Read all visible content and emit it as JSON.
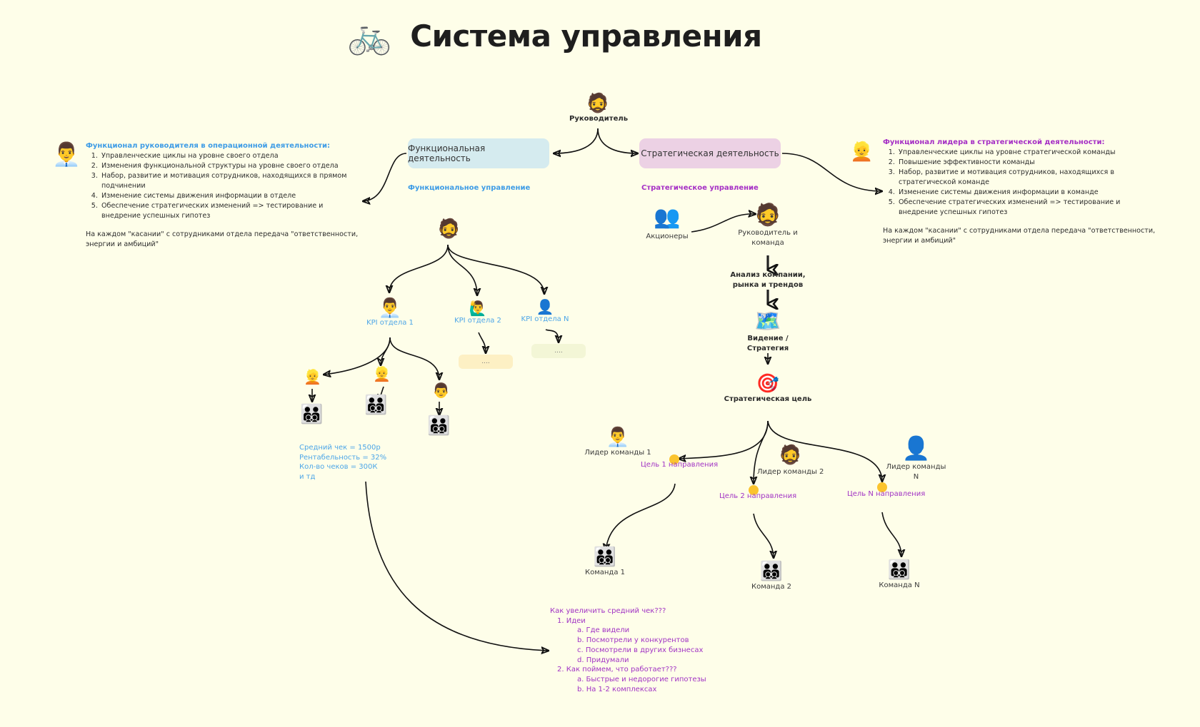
{
  "title": {
    "icon": "bicycle-icon",
    "icon_glyph": "🚲",
    "text": "Система управления"
  },
  "root": {
    "icon": "bearded-person-icon",
    "glyph": "🧔",
    "label": "Руководитель"
  },
  "branches": {
    "functional": {
      "label": "Функциональная деятельность",
      "subheading": "Функциональное управление",
      "color": "#d5ebef"
    },
    "strategic": {
      "label": "Стратегическая деятельность",
      "subheading": "Стратегическое управление",
      "color": "#ecd1e4"
    }
  },
  "left_note": {
    "icon": "office-worker-icon",
    "glyph": "👨‍💼",
    "heading": "Функционал руководителя в операционной деятельности:",
    "items": [
      "Управленческие циклы на уровне своего отдела",
      "Изменения функциональной структуры на уровне своего отдела",
      "Набор, развитие и мотивация сотрудников, находящихся в прямом подчинении",
      "Изменение системы движения информации в отделе",
      "Обеспечение стратегических изменений => тестирование и внедрение успешных гипотез"
    ],
    "footer": "На каждом \"касании\" с сотрудниками отдела передача \"ответственности, энергии и амбиций\""
  },
  "right_note": {
    "icon": "person-blond-icon",
    "glyph": "👱",
    "heading": "Функционал лидера в стратегической деятельности:",
    "items": [
      "Управленческие циклы на уровне стратегической команды",
      "Повышение эффективности команды",
      "Набор, развитие и мотивация сотрудников, находящихся в стратегической команде",
      "Изменение системы движения информации в команде",
      "Обеспечение стратегических изменений => тестирование и внедрение успешных гипотез"
    ],
    "footer": "На каждом \"касании\" с сотрудниками отдела передача \"ответственности, энергии и амбиций\""
  },
  "functional_tree": {
    "head": {
      "icon": "bearded-person-icon",
      "glyph": "🧔"
    },
    "departments": [
      {
        "icon": "office-worker-icon",
        "glyph": "👨‍💼",
        "label": "KPI отдела 1"
      },
      {
        "icon": "person-raising-hand-icon",
        "glyph": "🙋‍♂️",
        "label": "KPI отдела 2",
        "child": "...."
      },
      {
        "icon": "silhouette-icon",
        "glyph": "👤",
        "label": "KPI отдела N",
        "child": "...."
      }
    ],
    "subteams": [
      {
        "lead_glyph": "👱",
        "team_glyph": "👨‍👨‍👦‍👦"
      },
      {
        "lead_glyph": "👱",
        "team_glyph": "👨‍👨‍👦‍👦"
      },
      {
        "lead_glyph": "👨",
        "team_glyph": "👨‍👨‍👦‍👦"
      }
    ],
    "metrics": [
      "Средний чек = 1500р",
      "Рентабельность = 32%",
      "Кол-во чеков = 300К",
      "и тд"
    ]
  },
  "strategic_flow": {
    "shareholders": {
      "icon": "group-icon",
      "glyph": "👥",
      "label": "Акционеры"
    },
    "leader_team": {
      "icon": "leader-team-icon",
      "glyph": "🧔",
      "label": "Руководитель и команда"
    },
    "analysis": {
      "label": "Анализ компании, рынка и трендов"
    },
    "vision": {
      "icon": "world-map-icon",
      "glyph": "🗺️",
      "label": "Видение / Стратегия"
    },
    "goal": {
      "icon": "target-icon",
      "glyph": "🎯",
      "label": "Стратегическая цель"
    },
    "directions": [
      {
        "leader_glyph": "👨‍💼",
        "leader": "Лидер команды 1",
        "goal": "Цель 1 направления",
        "team": "Команда 1"
      },
      {
        "leader_glyph": "🧔",
        "leader": "Лидер команды 2",
        "goal": "Цель 2 направления",
        "team": "Команда 2"
      },
      {
        "leader_glyph": "👤",
        "leader": "Лидер команды N",
        "goal": "Цель N направления",
        "team": "Команда N"
      }
    ],
    "team_glyph": "👨‍👨‍👦‍👦",
    "goal_dot_color": "#fbc42e"
  },
  "ideas": {
    "heading": "Как увеличить средний чек???",
    "lines": [
      {
        "level": 1,
        "text": "1. Идеи"
      },
      {
        "level": 2,
        "text": "a. Где видели"
      },
      {
        "level": 2,
        "text": "b. Посмотрели у конкурентов"
      },
      {
        "level": 2,
        "text": "c. Посмотрели в других бизнесах"
      },
      {
        "level": 2,
        "text": "d. Придумали"
      },
      {
        "level": 1,
        "text": "2. Как поймем, что работает???"
      },
      {
        "level": 2,
        "text": "a. Быстрые и недорогие гипотезы"
      },
      {
        "level": 2,
        "text": "b. На 1-2 комплексах"
      }
    ]
  }
}
